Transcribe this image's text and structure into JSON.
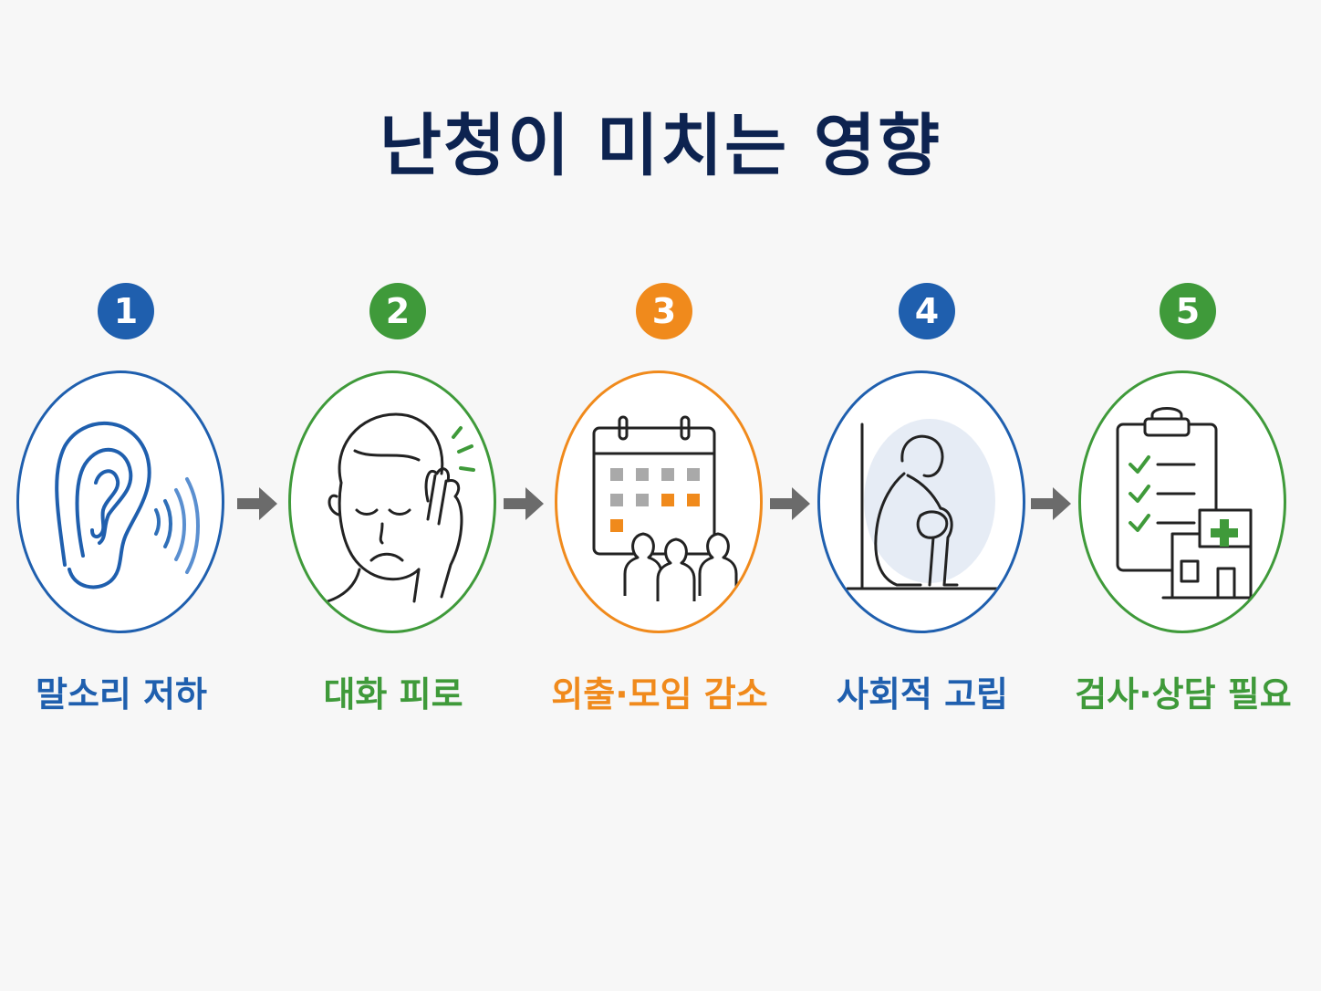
{
  "title": "난청이 미치는 영향",
  "colors": {
    "blue": "#1f5fae",
    "green": "#3f9a3a",
    "orange": "#f08a1c",
    "navy": "#0d2350",
    "arrow": "#6b6b6b",
    "line": "#222222"
  },
  "steps": [
    {
      "number": "1",
      "label": "말소리 저하",
      "color": "blue",
      "icon": "ear-sound-icon"
    },
    {
      "number": "2",
      "label": "대화 피로",
      "color": "green",
      "icon": "tired-person-icon"
    },
    {
      "number": "3",
      "label": "외출·모임 감소",
      "color": "orange",
      "icon": "calendar-people-icon"
    },
    {
      "number": "4",
      "label": "사회적 고립",
      "color": "blue",
      "icon": "isolated-person-icon"
    },
    {
      "number": "5",
      "label": "검사·상담 필요",
      "color": "green",
      "icon": "checklist-hospital-icon"
    }
  ]
}
